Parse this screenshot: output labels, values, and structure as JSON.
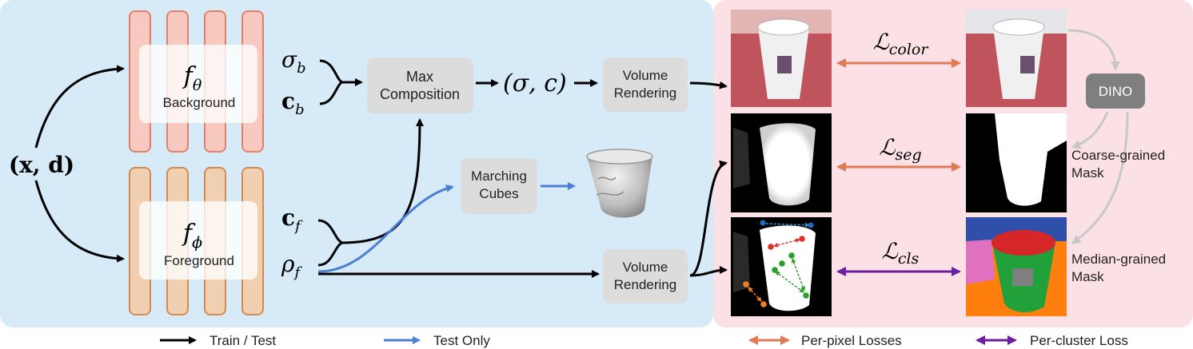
{
  "mlp_background": {
    "symbol_main": "f",
    "symbol_sub": "θ",
    "label": "Background"
  },
  "mlp_foreground": {
    "symbol_main": "f",
    "symbol_sub": "ϕ",
    "label": "Foreground"
  },
  "input": {
    "label": "(x, d)"
  },
  "outputs": {
    "sigma_b": {
      "main": "σ",
      "sub": "b"
    },
    "c_b": {
      "main": "c",
      "sub": "b"
    },
    "c_f": {
      "main": "c",
      "sub": "f"
    },
    "rho_f": {
      "main": "ρ",
      "sub": "f"
    }
  },
  "boxes": {
    "max_composition": [
      "Max",
      "Composition"
    ],
    "volume_rendering_top": [
      "Volume",
      "Rendering"
    ],
    "volume_rendering_bottom": [
      "Volume",
      "Rendering"
    ],
    "marching_cubes": [
      "Marching",
      "Cubes"
    ],
    "dino": "DINO"
  },
  "composite": {
    "label": "(σ, c)"
  },
  "losses": {
    "color": {
      "main": "ℒ",
      "sub": "color"
    },
    "seg": {
      "main": "ℒ",
      "sub": "seg"
    },
    "cls": {
      "main": "ℒ",
      "sub": "cls"
    }
  },
  "mask_labels": {
    "coarse": [
      "Coarse-grained",
      "Mask"
    ],
    "median": [
      "Median-grained",
      "Mask"
    ]
  },
  "legend": {
    "train_test": "Train / Test",
    "test_only": "Test Only",
    "per_pixel": "Per-pixel Losses",
    "per_cluster": "Per-cluster Loss"
  },
  "colors": {
    "left_bg": "#d6ebf7",
    "right_bg": "#fbe0e6",
    "mlp_background": "#f7c9bf",
    "mlp_foreground": "#f0d0b0",
    "arrow_black": "#000000",
    "arrow_blue": "#4a7fd6",
    "arrow_orange": "#e07a55",
    "arrow_purple": "#6a1fa0",
    "arrow_grey": "#c8c8c8"
  }
}
